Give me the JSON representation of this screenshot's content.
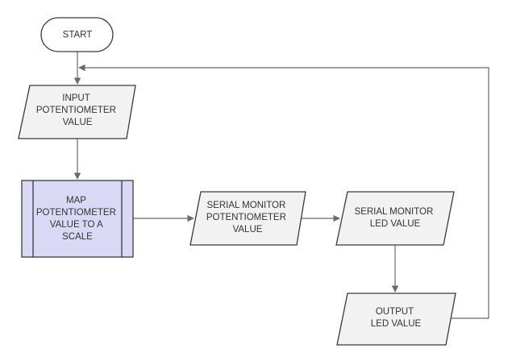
{
  "colors": {
    "shape_fill": "#f2f2f2",
    "shape_stroke": "#3a3a3a",
    "process_fill": "#d9d9f6",
    "connector": "#6a6a6a",
    "text": "#333333"
  },
  "nodes": {
    "start": {
      "lines": [
        "START"
      ]
    },
    "input": {
      "lines": [
        "INPUT",
        "POTENTIOMETER",
        "VALUE"
      ]
    },
    "map": {
      "lines": [
        "MAP",
        "POTENTIOMETER",
        "VALUE TO A",
        "SCALE"
      ]
    },
    "serial_pot": {
      "lines": [
        "SERIAL MONITOR",
        "POTENTIOMETER",
        "VALUE"
      ]
    },
    "serial_led": {
      "lines": [
        "SERIAL MONITOR",
        "LED VALUE"
      ]
    },
    "output": {
      "lines": [
        "OUTPUT",
        "LED VALUE"
      ]
    }
  }
}
